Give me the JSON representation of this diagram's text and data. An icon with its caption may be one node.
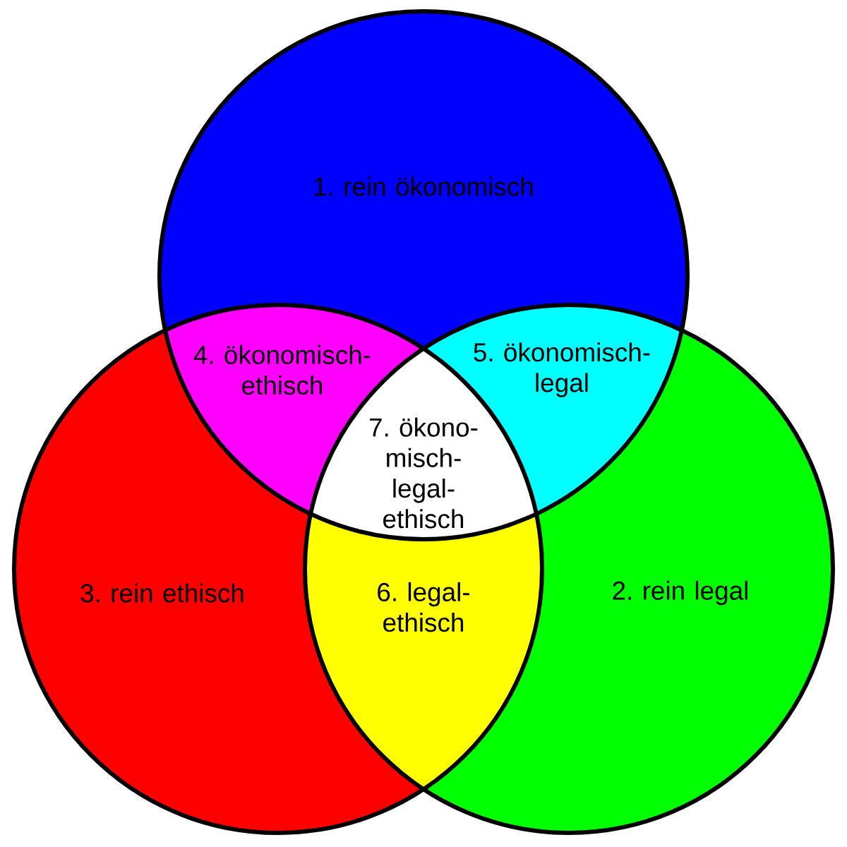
{
  "diagram": {
    "nodes": [
      {
        "text": [
          "1. rein ökonomisch"
        ]
      },
      {
        "text": [
          "2. rein legal"
        ]
      },
      {
        "text": [
          "3. rein ethisch"
        ]
      },
      {
        "text": [
          "4. ökonomisch- ethisch"
        ]
      },
      {
        "text": [
          "5. ökonomisch- legal"
        ]
      },
      {
        "text": [
          "6. legal- ethisch"
        ]
      },
      {
        "text": [
          "7. ökono- misch- legal- ethisch"
        ]
      }
    ]
  }
}
